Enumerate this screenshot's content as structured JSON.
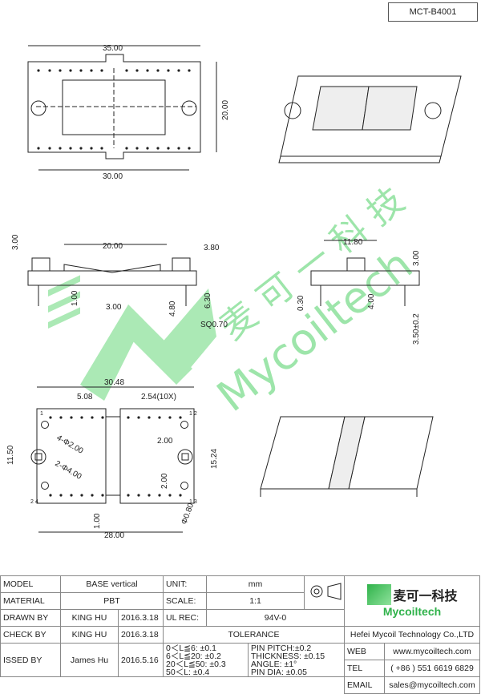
{
  "header": {
    "code": "MCT-B4001"
  },
  "watermark": {
    "cn": "麦 可 一 科 技",
    "en": "Mycoiltech"
  },
  "dims": {
    "top_w": "35.00",
    "top_h": "20.00",
    "top_inner": "30.00",
    "side_w": "20.00",
    "side_h": "3.00",
    "side_pin": "3.80",
    "side_h2": "6.30",
    "side_t": "1.00",
    "side_g": "3.00",
    "side_p": "4.80",
    "side_sq": "SQ0.70",
    "right_w": "11.80",
    "right_h": "3.00",
    "right_a": "0.30",
    "right_b": "4.00",
    "right_c": "3.50±0.2",
    "bot_w": "30.48",
    "bot_a": "5.08",
    "bot_pitch": "2.54(10X)",
    "bot_h": "11.50",
    "bot_h2": "15.24",
    "bot_d1": "4-Φ2.00",
    "bot_d2": "2-Φ4.00",
    "bot_c": "2.00",
    "bot_c2": "2.00",
    "bot_s": "1.00",
    "bot_l": "28.00",
    "bot_pd": "Φ0.80",
    "pin1": "1",
    "pin12": "1 2",
    "pin24": "2 4",
    "pin13": "1 3"
  },
  "title_block": {
    "model_label": "MODEL",
    "model": "BASE vertical",
    "unit_label": "UNIT:",
    "unit": "mm",
    "material_label": "MATERIAL",
    "material": "PBT",
    "scale_label": "SCALE:",
    "scale": "1:1",
    "drawn_label": "DRAWN BY",
    "drawn": "KING HU",
    "drawn_date": "2016.3.18",
    "ul_label": "UL REC:",
    "ul": "94V-0",
    "tolerance_label": "TOLERANCE",
    "check_label": "CHECK BY",
    "check": "KING HU",
    "check_date": "2016.3.18",
    "issued_label": "ISSED BY",
    "issued": "James Hu",
    "issued_date": "2016.5.16",
    "tol1": "0＜L≦6:  ±0.1",
    "tol2": "6＜L≦20:  ±0.2",
    "tol3": "20＜L≦50:  ±0.3",
    "tol4": "50＜L:  ±0.4",
    "pin_pitch": "PIN PITCH:±0.2",
    "thickness": "THICKNESS: ±0.15",
    "angle": "ANGLE: ±1°",
    "pin_dia": "PIN DIA: ±0.05",
    "logo_cn": "麦可一科技",
    "logo_en": "Mycoiltech",
    "company": "Hefei Mycoil Technology Co.,LTD",
    "web_label": "WEB",
    "web": "www.mycoiltech.com",
    "tel_label": "TEL",
    "tel": "( +86 ) 551 6619 6829",
    "email_label": "EMAIL",
    "email": "sales@mycoiltech.com"
  },
  "colors": {
    "watermark": "#7ddc8e",
    "line": "#222222",
    "accent": "#2fb24a"
  }
}
